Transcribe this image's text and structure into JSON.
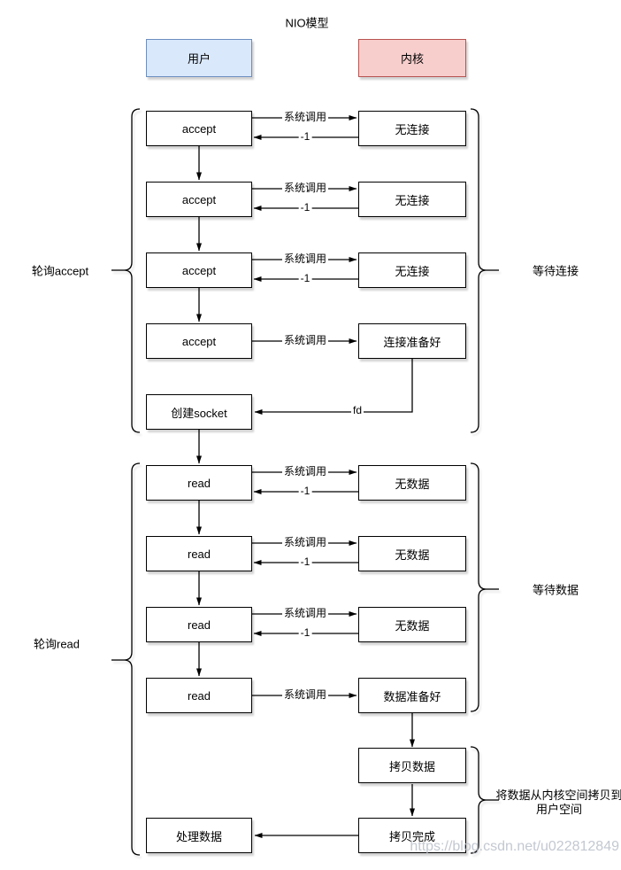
{
  "title": "NIO模型",
  "watermark": "https://blog.csdn.net/u022812849",
  "headers": {
    "user": "用户",
    "kernel": "内核"
  },
  "nodes": {
    "accept": "accept",
    "no_connection": "无连接",
    "connection_ready": "连接准备好",
    "create_socket": "创建socket",
    "read": "read",
    "no_data": "无数据",
    "data_ready": "数据准备好",
    "copy_data": "拷贝数据",
    "copy_done": "拷贝完成",
    "process_data": "处理数据"
  },
  "edge_labels": {
    "syscall": "系统调用",
    "minus_one": "-1",
    "fd": "fd"
  },
  "side_labels": {
    "poll_accept": "轮询accept",
    "wait_connection": "等待连接",
    "poll_read": "轮询read",
    "wait_data": "等待数据",
    "copy_note": "将数据从内核空间拷贝到用户空间"
  },
  "colors": {
    "user_fill": "#dae8fc",
    "user_stroke": "#6c8ebf",
    "kernel_fill": "#f8cecc",
    "kernel_stroke": "#b85450"
  }
}
